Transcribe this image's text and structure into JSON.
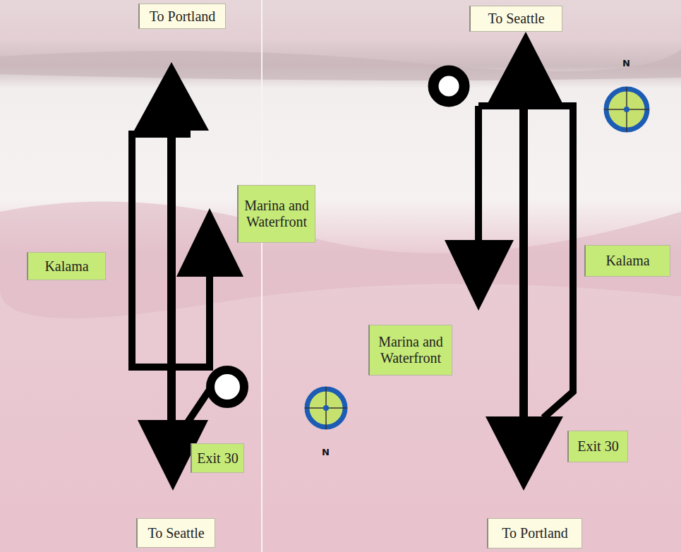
{
  "diagram": {
    "nodes": [
      {
        "text": [
          "To Portland"
        ]
      },
      {
        "text": [
          "Marina and Waterfront"
        ]
      },
      {
        "text": [
          "Kalama"
        ]
      },
      {
        "text": [
          "Exit 30"
        ]
      },
      {
        "text": [
          "To Seattle"
        ]
      },
      {
        "text": [
          "To Seattle"
        ]
      },
      {
        "text": [
          "Kalama"
        ]
      },
      {
        "text": [
          "Marina and Waterfront"
        ]
      },
      {
        "text": [
          "Exit 30"
        ]
      },
      {
        "text": [
          "To Portland"
        ]
      }
    ],
    "edges": [],
    "labels": [
      "N",
      "N"
    ]
  }
}
